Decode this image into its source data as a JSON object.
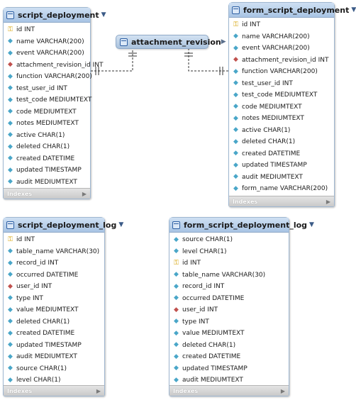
{
  "tables": {
    "script_deployment": {
      "title": "script_deployment",
      "fields": [
        {
          "icon": "key-icon",
          "text": "id INT"
        },
        {
          "icon": "column-icon",
          "text": "name VARCHAR(200)"
        },
        {
          "icon": "column-icon",
          "text": "event VARCHAR(200)"
        },
        {
          "icon": "foreign-key-icon",
          "text": "attachment_revision_id INT"
        },
        {
          "icon": "column-icon",
          "text": "function VARCHAR(200)"
        },
        {
          "icon": "column-icon",
          "text": "test_user_id INT"
        },
        {
          "icon": "column-icon",
          "text": "test_code MEDIUMTEXT"
        },
        {
          "icon": "column-icon",
          "text": "code MEDIUMTEXT"
        },
        {
          "icon": "column-icon",
          "text": "notes MEDIUMTEXT"
        },
        {
          "icon": "column-icon",
          "text": "active CHAR(1)"
        },
        {
          "icon": "column-icon",
          "text": "deleted CHAR(1)"
        },
        {
          "icon": "column-icon",
          "text": "created DATETIME"
        },
        {
          "icon": "column-icon",
          "text": "updated TIMESTAMP"
        },
        {
          "icon": "column-icon",
          "text": "audit MEDIUMTEXT"
        }
      ],
      "footer": "Indexes"
    },
    "form_script_deployment": {
      "title": "form_script_deployment",
      "fields": [
        {
          "icon": "key-icon",
          "text": "id INT"
        },
        {
          "icon": "column-icon",
          "text": "name VARCHAR(200)"
        },
        {
          "icon": "column-icon",
          "text": "event VARCHAR(200)"
        },
        {
          "icon": "foreign-key-icon",
          "text": "attachment_revision_id INT"
        },
        {
          "icon": "column-icon",
          "text": "function VARCHAR(200)"
        },
        {
          "icon": "column-icon",
          "text": "test_user_id INT"
        },
        {
          "icon": "column-icon",
          "text": "test_code MEDIUMTEXT"
        },
        {
          "icon": "column-icon",
          "text": "code MEDIUMTEXT"
        },
        {
          "icon": "column-icon",
          "text": "notes MEDIUMTEXT"
        },
        {
          "icon": "column-icon",
          "text": "active CHAR(1)"
        },
        {
          "icon": "column-icon",
          "text": "deleted CHAR(1)"
        },
        {
          "icon": "column-icon",
          "text": "created DATETIME"
        },
        {
          "icon": "column-icon",
          "text": "updated TIMESTAMP"
        },
        {
          "icon": "column-icon",
          "text": "audit MEDIUMTEXT"
        },
        {
          "icon": "column-icon",
          "text": "form_name VARCHAR(200)"
        }
      ],
      "footer": "Indexes"
    },
    "script_deployment_log": {
      "title": "script_deployment_log",
      "fields": [
        {
          "icon": "key-icon",
          "text": "id INT"
        },
        {
          "icon": "column-icon",
          "text": "table_name VARCHAR(30)"
        },
        {
          "icon": "column-icon",
          "text": "record_id INT"
        },
        {
          "icon": "column-icon",
          "text": "occurred DATETIME"
        },
        {
          "icon": "foreign-key-icon",
          "text": "user_id INT"
        },
        {
          "icon": "column-icon",
          "text": "type INT"
        },
        {
          "icon": "column-icon",
          "text": "value MEDIUMTEXT"
        },
        {
          "icon": "column-icon",
          "text": "deleted CHAR(1)"
        },
        {
          "icon": "column-icon",
          "text": "created DATETIME"
        },
        {
          "icon": "column-icon",
          "text": "updated TIMESTAMP"
        },
        {
          "icon": "column-icon",
          "text": "audit MEDIUMTEXT"
        },
        {
          "icon": "column-icon",
          "text": "source CHAR(1)"
        },
        {
          "icon": "column-icon",
          "text": "level CHAR(1)"
        }
      ],
      "footer": "Indexes"
    },
    "form_script_deployment_log": {
      "title": "form_script_deployment_log",
      "fields": [
        {
          "icon": "column-icon",
          "text": "source CHAR(1)"
        },
        {
          "icon": "column-icon",
          "text": "level CHAR(1)"
        },
        {
          "icon": "key-icon",
          "text": "id INT"
        },
        {
          "icon": "column-icon",
          "text": "table_name VARCHAR(30)"
        },
        {
          "icon": "column-icon",
          "text": "record_id INT"
        },
        {
          "icon": "column-icon",
          "text": "occurred DATETIME"
        },
        {
          "icon": "foreign-key-icon",
          "text": "user_id INT"
        },
        {
          "icon": "column-icon",
          "text": "type INT"
        },
        {
          "icon": "column-icon",
          "text": "value MEDIUMTEXT"
        },
        {
          "icon": "column-icon",
          "text": "deleted CHAR(1)"
        },
        {
          "icon": "column-icon",
          "text": "created DATETIME"
        },
        {
          "icon": "column-icon",
          "text": "updated TIMESTAMP"
        },
        {
          "icon": "column-icon",
          "text": "audit MEDIUMTEXT"
        }
      ],
      "footer": "Indexes"
    }
  },
  "relation_table": {
    "title": "attachment_revision"
  },
  "colors": {
    "header": "#a8c4e4",
    "primary_key": "#d4a000",
    "column": "#49a6c8",
    "foreign_key": "#c0504d",
    "connector": "#333333"
  }
}
